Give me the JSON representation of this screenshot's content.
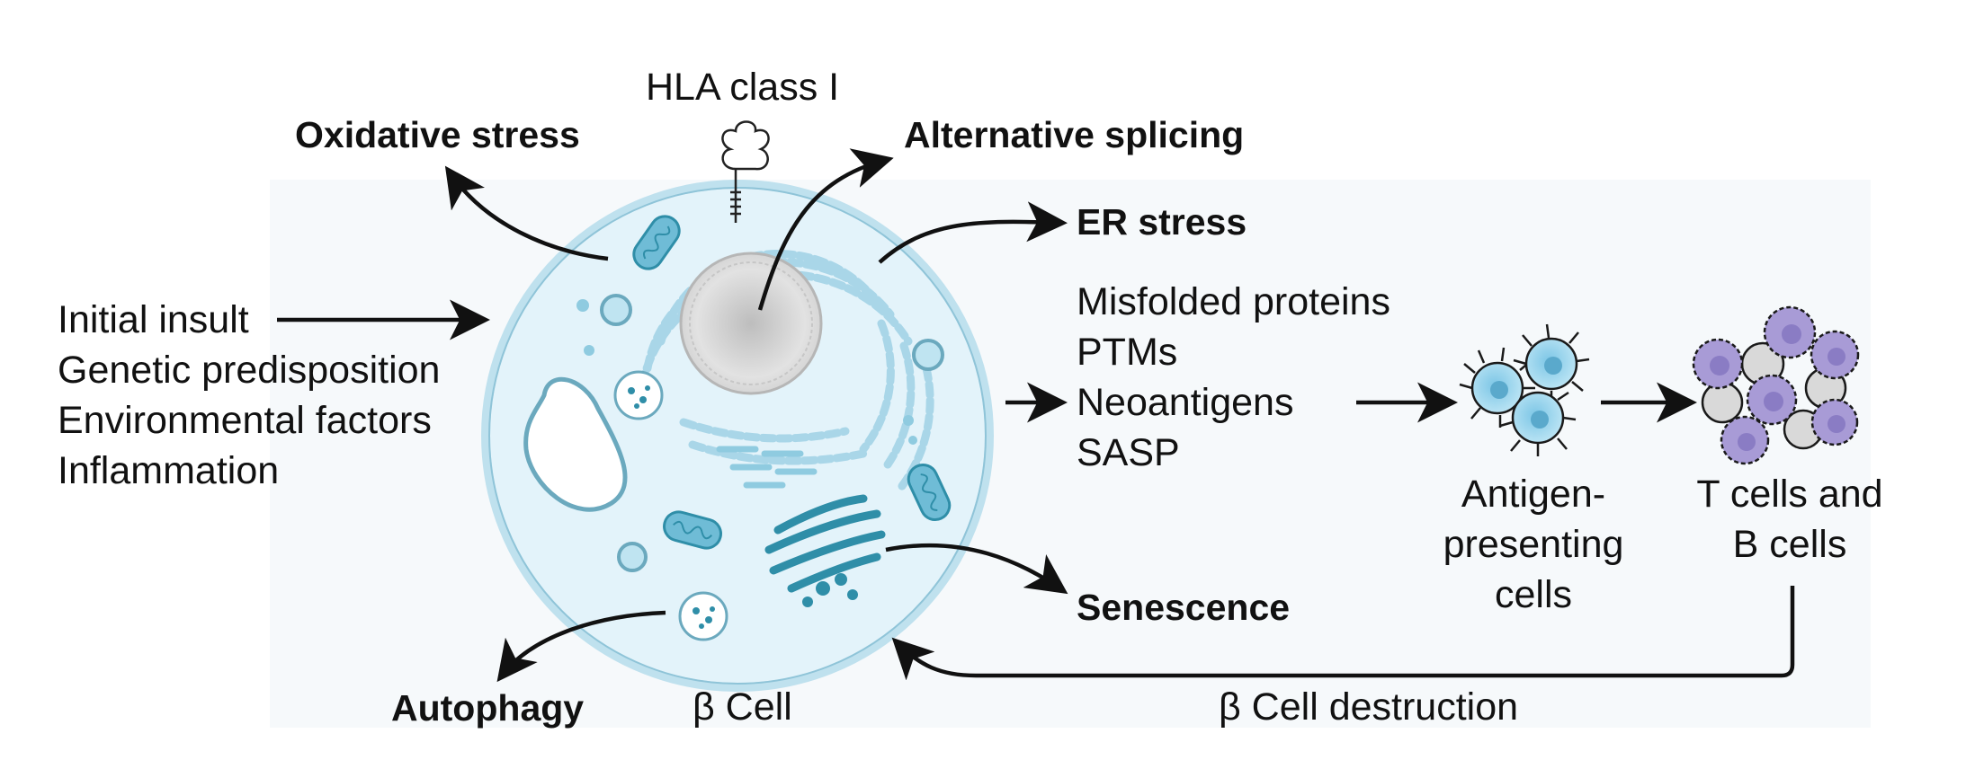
{
  "labels": {
    "hla": "HLA class I",
    "oxidative": "Oxidative stress",
    "splicing": "Alternative splicing",
    "er": "ER stress",
    "senescence": "Senescence",
    "autophagy": "Autophagy",
    "beta_cell": "β Cell",
    "destruction": "β Cell destruction"
  },
  "insults": [
    "Initial insult",
    "Genetic predisposition",
    "Environmental factors",
    "Inflammation"
  ],
  "products": [
    "Misfolded proteins",
    "PTMs",
    "Neoantigens",
    "SASP"
  ],
  "apc_label": [
    "Antigen-",
    "presenting",
    "cells"
  ],
  "tb_label": [
    "T cells and",
    "B cells"
  ],
  "colors": {
    "cell_fill": "#e3f3fa",
    "cell_border": "#9ecfe2",
    "organelle": "#5bb3cf",
    "dark_teal": "#2f8ea8",
    "nucleus": "#cfcfcf",
    "lymph_purple": "#a89bd6",
    "lymph_gray": "#d9d9d9",
    "arrow": "#111111"
  }
}
